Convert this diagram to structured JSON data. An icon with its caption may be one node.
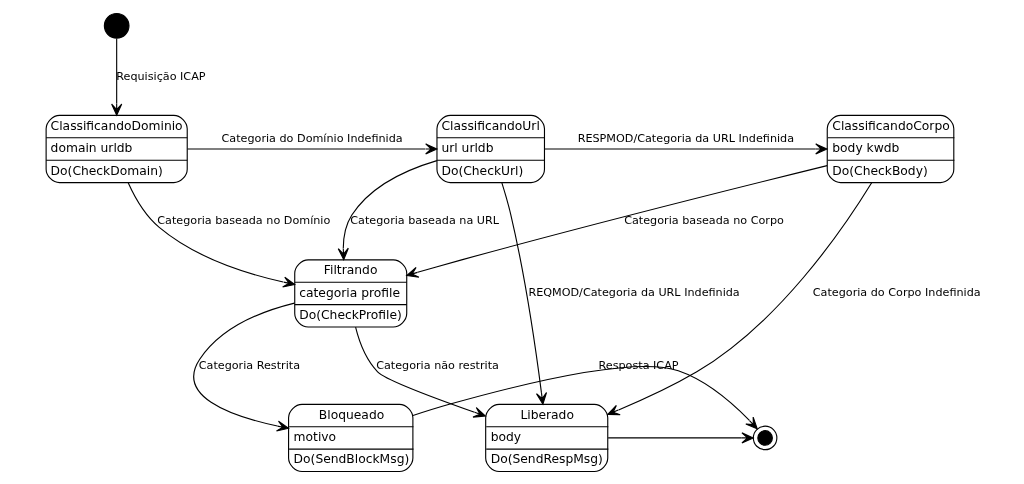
{
  "diagram": {
    "nodes": [
      {
        "text": [
          "ClassificandoDominio",
          "domain urldb",
          "Do(CheckDomain)"
        ]
      },
      {
        "text": [
          "ClassificandoUrl",
          "url urldb",
          "Do(CheckUrl)"
        ]
      },
      {
        "text": [
          "ClassificandoCorpo",
          "body kwdb",
          "Do(CheckBody)"
        ]
      },
      {
        "text": [],
        "shape": "circle"
      },
      {
        "text": [
          "Filtrando",
          "categoria profile",
          "Do(CheckProfile)"
        ]
      },
      {
        "text": [
          "Bloqueado",
          "motivo",
          "Do(SendBlockMsg)"
        ]
      },
      {
        "text": [
          "Liberado",
          "body",
          "Do(SendRespMsg)"
        ]
      },
      {
        "text": [],
        "shape": "circle"
      }
    ],
    "edges": [
      {
        "from": 3,
        "to": 0,
        "arrow": "to",
        "label": "Requisição ICAP"
      },
      {
        "from": 0,
        "to": 1,
        "arrow": "to",
        "label": "Categoria do Domínio Indefinida"
      },
      {
        "from": 1,
        "to": 2,
        "arrow": "to",
        "label": "RESPMOD/Categoria da URL Indefinida"
      },
      {
        "from": 1,
        "to": 4,
        "arrow": "to",
        "label": "Categoria baseada na URL"
      },
      {
        "from": 0,
        "to": 4,
        "arrow": "to",
        "label": "Categoria baseada no Domínio"
      },
      {
        "from": 2,
        "to": 4,
        "arrow": "to",
        "label": "Categoria baseada no Corpo"
      },
      {
        "from": 2,
        "to": 6,
        "arrow": "to",
        "label": "Categoria do Corpo Indefinida"
      },
      {
        "from": 1,
        "to": 6,
        "arrow": "to",
        "label": "REQMOD/Categoria da URL Indefinida"
      },
      {
        "from": 4,
        "to": 5,
        "arrow": "to",
        "label": "Categoria Restrita"
      },
      {
        "from": 4,
        "to": 6,
        "arrow": "to",
        "label": "Categoria não restrita"
      },
      {
        "from": 5,
        "to": 7,
        "arrow": "to",
        "label": "Resposta ICAP"
      },
      {
        "from": 6,
        "to": 7,
        "arrow": "to"
      }
    ]
  }
}
